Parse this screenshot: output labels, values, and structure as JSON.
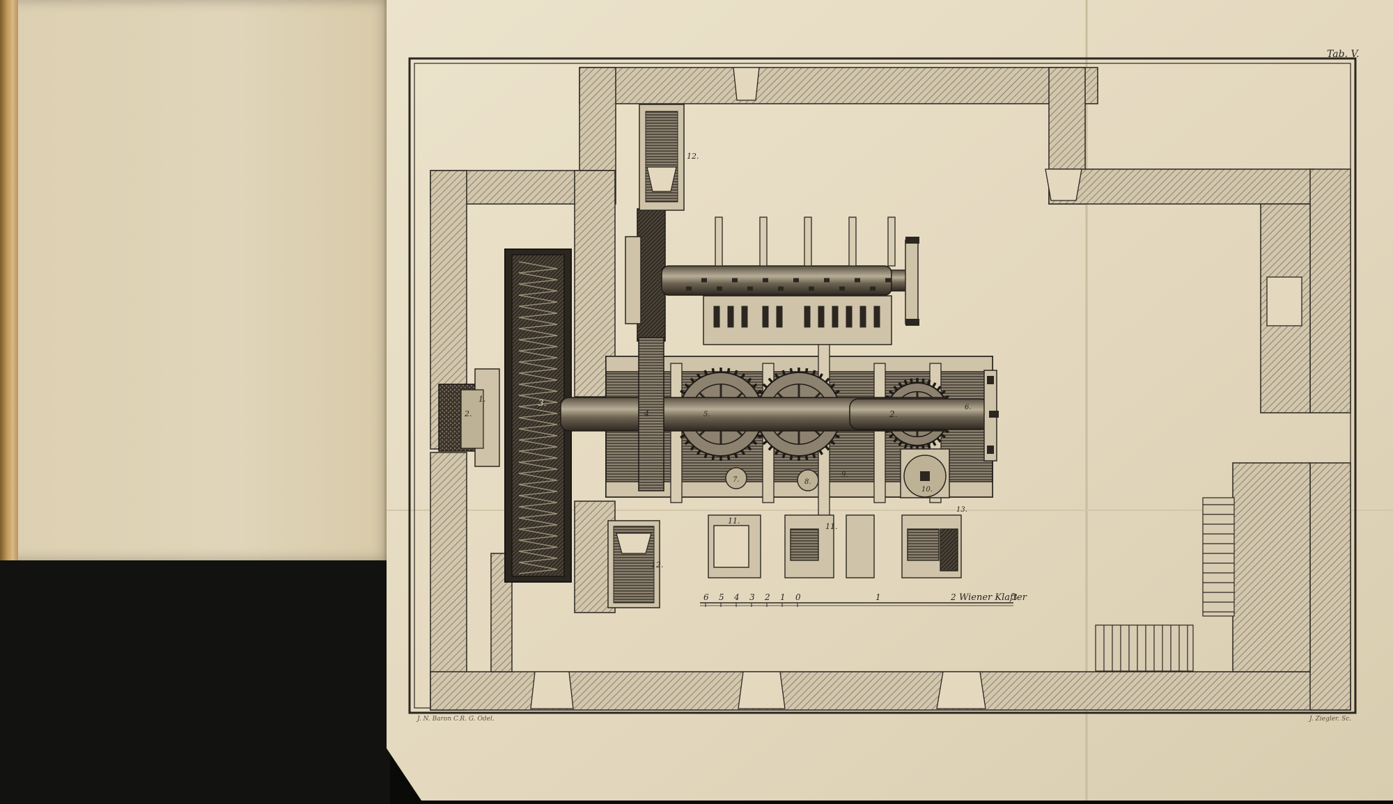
{
  "plate": {
    "tab_label": "Tab. V.",
    "credit_left": "J. N. Baron C.R. G. Odel.",
    "credit_right": "J. Ziegler. Sc."
  },
  "scale_bar": {
    "left_numbers": [
      "6",
      "5",
      "4",
      "3",
      "2",
      "1",
      "0"
    ],
    "right_numbers": [
      "1",
      "2",
      "3"
    ],
    "unit_label": "Wiener Klafter"
  },
  "labels": {
    "l1": "1.",
    "l2": "2.",
    "l3": "3.",
    "l4": "4.",
    "l5": "5.",
    "l6": "6.",
    "l7": "7.",
    "l8": "8.",
    "l9": "9.",
    "l10": "10.",
    "l11a": "11.",
    "l11b": "11.",
    "l12a": "12.",
    "l12b": "12.",
    "l13": "13."
  },
  "colors": {
    "paper": "#e6dcc4",
    "ink": "#2b2620",
    "wall_fill": "#cfc4aa"
  }
}
